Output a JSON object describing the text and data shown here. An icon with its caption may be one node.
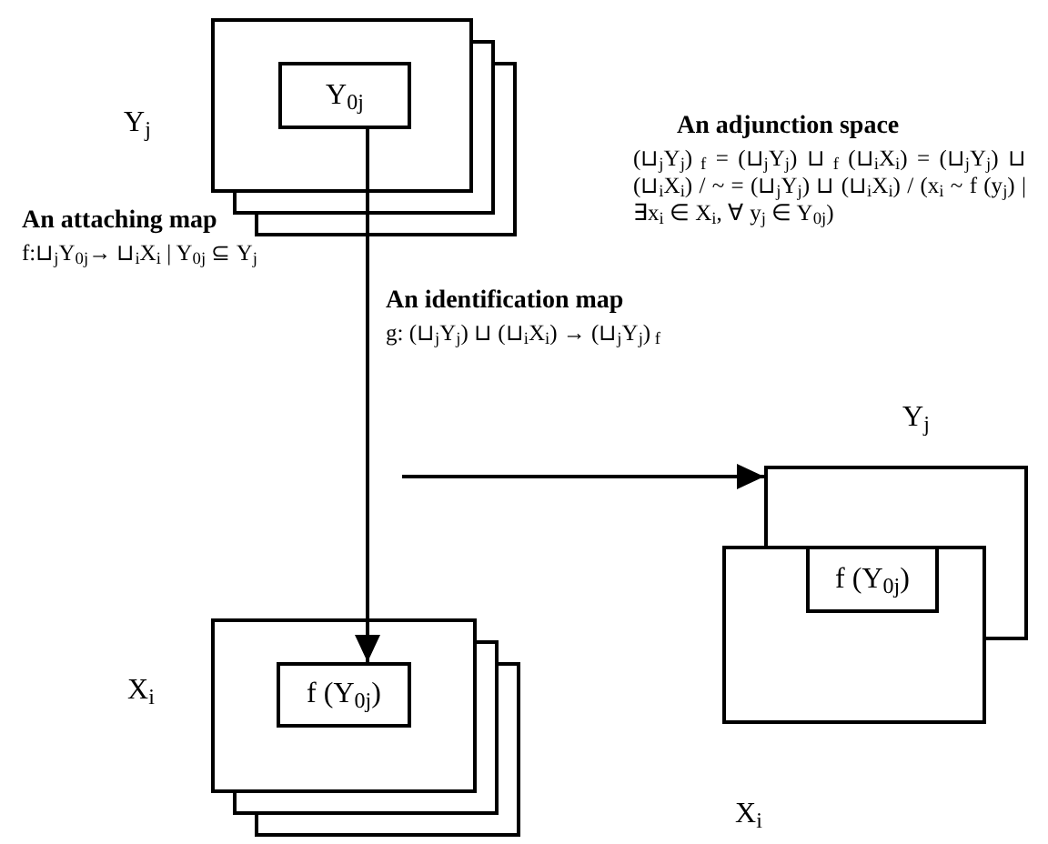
{
  "diagram": {
    "nodes": [
      {
        "text": [],
        "shape": "box",
        "beside": [
          "Y$_{j}$"
        ]
      },
      {
        "text": [
          "Y$_{0j}$"
        ],
        "in": 0
      },
      {
        "text": [],
        "shape": "box",
        "beside": [
          "X$_{i}$"
        ]
      },
      {
        "text": [
          "f (Y$_{0j}$)"
        ],
        "in": 2
      },
      {
        "text": [],
        "shape": "box",
        "beside": [
          "Y$_{j}$"
        ]
      },
      {
        "text": [],
        "shape": "box",
        "beside": [
          "X$_{i}$"
        ]
      },
      {
        "text": [
          "f (Y$_{0j}$)"
        ]
      }
    ],
    "edges": [
      {
        "from": 1,
        "to": 3,
        "arrow": "to"
      },
      {
        "from": null,
        "to": 4,
        "arrow": "to"
      }
    ],
    "labels": [
      "An adjunction space",
      "(⊔$_{j}$Y$_{j}$)$_{ f}$ = (⊔$_{j}$Y$_{j}$) ⊔$_{ f}$ (⊔$_{i}$X$_{i}$) = (⊔$_{j}$Y$_{j}$) ⊔ (⊔$_{i}$X$_{i}$) / ~ = (⊔$_{j}$Y$_{j}$) ⊔ (⊔$_{i}$X$_{i}$) / (x$_{i}$ ~ f (y$_{j}$) | ∃x$_{i}$ ∈ X$_{i}$, ∀ y$_{j}$ ∈ Y$_{0j}$)",
      "An attaching map",
      "f:⊔$_{j}$Y$_{0j}$→ ⊔$_{i}$X$_{i}$ | Y$_{0j}$ ⊆ Y$_{j}$",
      "An identification map",
      "g: (⊔$_{j}$Y$_{j}$) ⊔ (⊔$_{i}$X$_{i}$) → (⊔$_{j}$Y$_{j}$)$_{ f}$"
    ]
  }
}
